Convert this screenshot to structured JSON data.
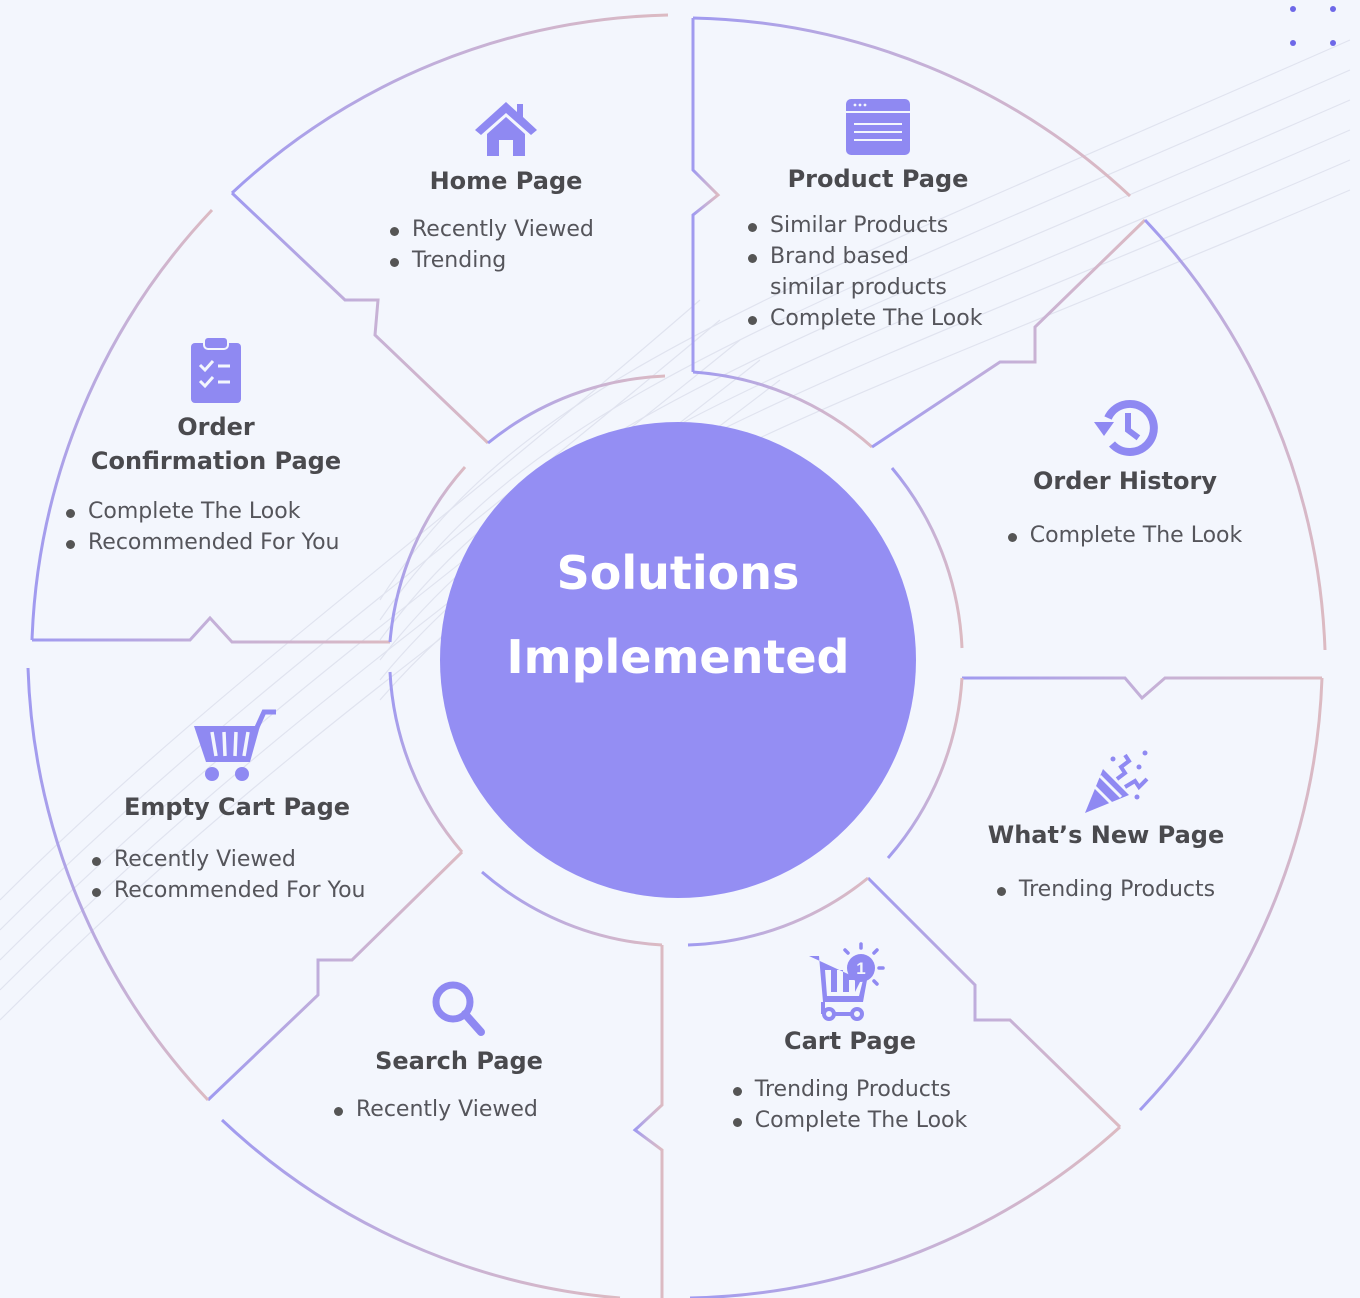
{
  "center": {
    "line1": "Solutions",
    "line2": "Implemented"
  },
  "colors": {
    "accent": "#948ef3",
    "icon": "#8f89f2",
    "border_left": "#a09af0",
    "border_right": "#d9b8c4",
    "background": "#f3f6fd",
    "text": "#4a4a4e"
  },
  "segments": [
    {
      "id": "home",
      "icon": "house-icon",
      "title": "Home Page",
      "items": [
        "Recently Viewed",
        "Trending"
      ]
    },
    {
      "id": "product",
      "icon": "browser-window-icon",
      "title": "Product Page",
      "items": [
        "Similar Products",
        "Brand based similar products",
        "Complete The Look"
      ]
    },
    {
      "id": "order-history",
      "icon": "history-clock-icon",
      "title": "Order History",
      "items": [
        "Complete The Look"
      ]
    },
    {
      "id": "whats-new",
      "icon": "party-popper-icon",
      "title": "What’s New Page",
      "items": [
        "Trending Products"
      ]
    },
    {
      "id": "cart",
      "icon": "cart-badge-icon",
      "title": "Cart Page",
      "badge": "1",
      "items": [
        "Trending Products",
        "Complete The Look"
      ]
    },
    {
      "id": "search",
      "icon": "search-icon",
      "title": "Search Page",
      "items": [
        "Recently Viewed"
      ]
    },
    {
      "id": "empty-cart",
      "icon": "shopping-cart-icon",
      "title": "Empty Cart Page",
      "items": [
        "Recently Viewed",
        "Recommended For You"
      ]
    },
    {
      "id": "order-confirmation",
      "icon": "clipboard-check-icon",
      "title": "Order\nConfirmation Page",
      "items": [
        "Complete The Look",
        "Recommended For You"
      ]
    }
  ]
}
